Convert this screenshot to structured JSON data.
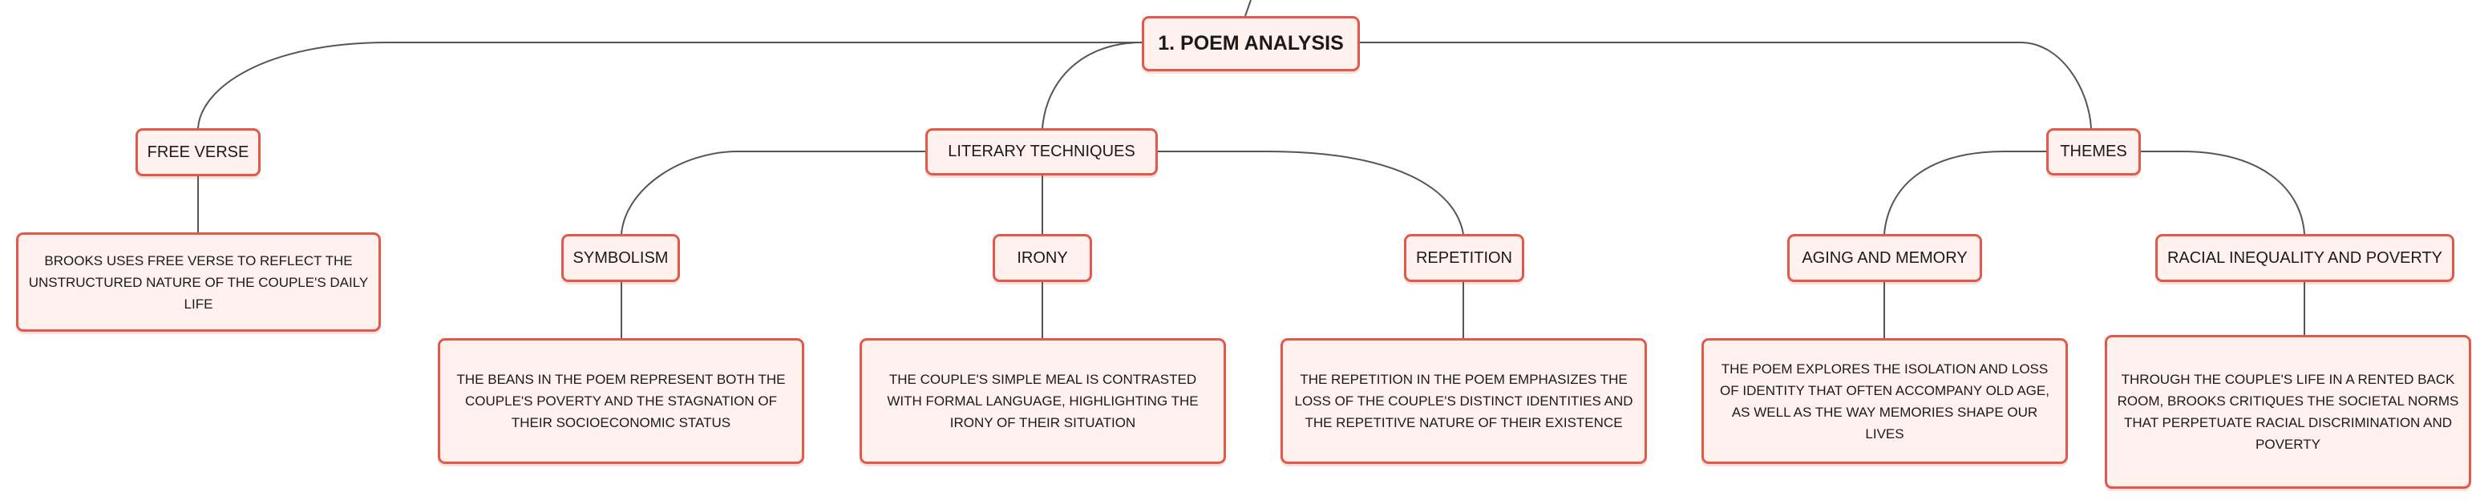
{
  "colors": {
    "border": "#e4584a",
    "fill": "#fff1ee",
    "line": "#555555"
  },
  "root": {
    "label": "1. POEM ANALYSIS"
  },
  "branches": [
    {
      "label": "FREE VERSE",
      "note": "BROOKS USES FREE VERSE TO REFLECT THE UNSTRUCTURED NATURE OF THE COUPLE'S DAILY LIFE"
    },
    {
      "label": "LITERARY TECHNIQUES",
      "children": [
        {
          "label": "SYMBOLISM",
          "note": "THE BEANS IN THE POEM REPRESENT BOTH THE COUPLE'S POVERTY AND THE STAGNATION OF THEIR SOCIOECONOMIC STATUS"
        },
        {
          "label": "IRONY",
          "note": "THE COUPLE'S SIMPLE MEAL IS CONTRASTED WITH FORMAL LANGUAGE, HIGHLIGHTING THE IRONY OF THEIR SITUATION"
        },
        {
          "label": "REPETITION",
          "note": "THE REPETITION IN THE POEM EMPHASIZES THE LOSS OF THE COUPLE'S DISTINCT IDENTITIES AND THE REPETITIVE NATURE OF THEIR EXISTENCE"
        }
      ]
    },
    {
      "label": "THEMES",
      "children": [
        {
          "label": "AGING AND MEMORY",
          "note": "THE POEM EXPLORES THE ISOLATION AND LOSS OF IDENTITY THAT OFTEN ACCOMPANY OLD AGE, AS WELL AS THE WAY MEMORIES SHAPE OUR LIVES"
        },
        {
          "label": "RACIAL INEQUALITY AND POVERTY",
          "note": "THROUGH THE COUPLE'S LIFE IN A RENTED BACK ROOM, BROOKS CRITIQUES THE SOCIETAL NORMS THAT PERPETUATE RACIAL DISCRIMINATION AND POVERTY"
        }
      ]
    }
  ]
}
